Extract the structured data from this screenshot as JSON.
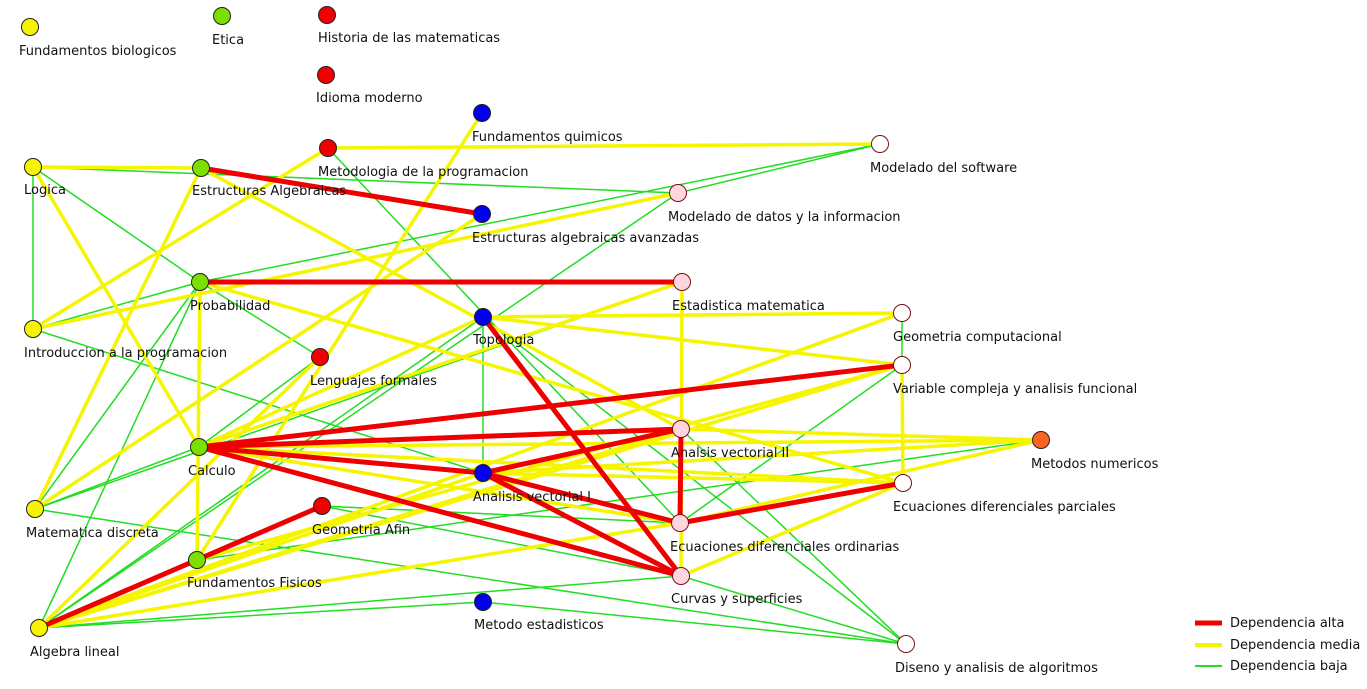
{
  "colors": {
    "yellow_node": "#f7f400",
    "green_node": "#7be000",
    "red_node": "#f00000",
    "blue_node": "#0000ee",
    "pink_node": "#ffd6e0",
    "white_node": "#ffffff",
    "orange_node": "#f96420",
    "edge_high": "#ee0000",
    "edge_medium": "#f5f500",
    "edge_low": "#22dd22"
  },
  "legend": [
    {
      "key": "high",
      "label": "Dependencia alta"
    },
    {
      "key": "medium",
      "label": "Dependencia media"
    },
    {
      "key": "low",
      "label": "Dependencia baja"
    }
  ],
  "nodes": [
    {
      "id": "fund_bio",
      "label": "Fundamentos biologicos",
      "color": "yellow_node"
    },
    {
      "id": "etica",
      "label": "Etica",
      "color": "green_node"
    },
    {
      "id": "hist_mat",
      "label": "Historia de las matematicas",
      "color": "red_node"
    },
    {
      "id": "idioma",
      "label": "Idioma moderno",
      "color": "red_node"
    },
    {
      "id": "fund_quim",
      "label": "Fundamentos quimicos",
      "color": "blue_node"
    },
    {
      "id": "met_prog",
      "label": "Metodologia de la programacion",
      "color": "red_node"
    },
    {
      "id": "mod_soft",
      "label": "Modelado del software",
      "color": "white_node"
    },
    {
      "id": "logica",
      "label": "Logica",
      "color": "yellow_node"
    },
    {
      "id": "estr_alg",
      "label": "Estructuras Algebraicas",
      "color": "green_node"
    },
    {
      "id": "mod_datos",
      "label": "Modelado de datos y la informacion",
      "color": "pink_node"
    },
    {
      "id": "estr_alg_av",
      "label": "Estructuras algebraicas avanzadas",
      "color": "blue_node"
    },
    {
      "id": "probab",
      "label": "Probabilidad",
      "color": "green_node"
    },
    {
      "id": "est_mat",
      "label": "Estadistica matematica",
      "color": "pink_node"
    },
    {
      "id": "intro_prog",
      "label": "Introduccion a la programacion",
      "color": "yellow_node"
    },
    {
      "id": "topologia",
      "label": "Topologia",
      "color": "blue_node"
    },
    {
      "id": "geo_comp",
      "label": "Geometria computacional",
      "color": "white_node"
    },
    {
      "id": "leng_form",
      "label": "Lenguajes formales",
      "color": "red_node"
    },
    {
      "id": "var_comp",
      "label": "Variable compleja y analisis funcional",
      "color": "white_node"
    },
    {
      "id": "calculo",
      "label": "Calculo",
      "color": "green_node"
    },
    {
      "id": "an_vect2",
      "label": "Analsis vectorial II",
      "color": "pink_node"
    },
    {
      "id": "met_num",
      "label": "Metodos numericos",
      "color": "orange_node"
    },
    {
      "id": "an_vect1",
      "label": "Analisis vectorial I",
      "color": "blue_node"
    },
    {
      "id": "ec_parc",
      "label": "Ecuaciones diferenciales parciales",
      "color": "white_node"
    },
    {
      "id": "mat_disc",
      "label": "Matematica discreta",
      "color": "yellow_node"
    },
    {
      "id": "geo_afin",
      "label": "Geometria Afin",
      "color": "red_node"
    },
    {
      "id": "ec_ord",
      "label": "Ecuaciones diferenciales ordinarias",
      "color": "pink_node"
    },
    {
      "id": "fund_fis",
      "label": "Fundamentos Fisicos",
      "color": "green_node"
    },
    {
      "id": "curvas",
      "label": "Curvas y superficies",
      "color": "pink_node"
    },
    {
      "id": "met_est",
      "label": "Metodo estadisticos",
      "color": "blue_node"
    },
    {
      "id": "alg_lin",
      "label": "Algebra lineal",
      "color": "yellow_node"
    },
    {
      "id": "dis_alg",
      "label": "Diseno y analisis de algoritmos",
      "color": "white_node"
    }
  ],
  "edges": [
    {
      "from": "estr_alg",
      "to": "estr_alg_av",
      "level": "high"
    },
    {
      "from": "probab",
      "to": "est_mat",
      "level": "high"
    },
    {
      "from": "topologia",
      "to": "curvas",
      "level": "high"
    },
    {
      "from": "calculo",
      "to": "var_comp",
      "level": "high"
    },
    {
      "from": "calculo",
      "to": "an_vect2",
      "level": "high"
    },
    {
      "from": "calculo",
      "to": "an_vect1",
      "level": "high"
    },
    {
      "from": "calculo",
      "to": "curvas",
      "level": "high"
    },
    {
      "from": "an_vect1",
      "to": "an_vect2",
      "level": "high"
    },
    {
      "from": "an_vect1",
      "to": "ec_ord",
      "level": "high"
    },
    {
      "from": "an_vect1",
      "to": "curvas",
      "level": "high"
    },
    {
      "from": "an_vect2",
      "to": "ec_ord",
      "level": "high"
    },
    {
      "from": "ec_ord",
      "to": "ec_parc",
      "level": "high"
    },
    {
      "from": "alg_lin",
      "to": "geo_afin",
      "level": "high"
    },
    {
      "from": "logica",
      "to": "estr_alg",
      "level": "medium"
    },
    {
      "from": "logica",
      "to": "calculo",
      "level": "medium"
    },
    {
      "from": "estr_alg",
      "to": "mat_disc",
      "level": "medium"
    },
    {
      "from": "estr_alg",
      "to": "an_vect2",
      "level": "medium"
    },
    {
      "from": "met_prog",
      "to": "mod_soft",
      "level": "medium"
    },
    {
      "from": "met_prog",
      "to": "intro_prog",
      "level": "medium"
    },
    {
      "from": "fund_quim",
      "to": "fund_fis",
      "level": "medium"
    },
    {
      "from": "mod_datos",
      "to": "intro_prog",
      "level": "medium"
    },
    {
      "from": "estr_alg_av",
      "to": "mat_disc",
      "level": "medium"
    },
    {
      "from": "probab",
      "to": "fund_fis",
      "level": "medium"
    },
    {
      "from": "probab",
      "to": "ec_parc",
      "level": "medium"
    },
    {
      "from": "est_mat",
      "to": "calculo",
      "level": "medium"
    },
    {
      "from": "est_mat",
      "to": "curvas",
      "level": "medium"
    },
    {
      "from": "leng_form",
      "to": "alg_lin",
      "level": "medium"
    },
    {
      "from": "topologia",
      "to": "calculo",
      "level": "medium"
    },
    {
      "from": "topologia",
      "to": "geo_comp",
      "level": "medium"
    },
    {
      "from": "topologia",
      "to": "var_comp",
      "level": "medium"
    },
    {
      "from": "geo_comp",
      "to": "alg_lin",
      "level": "medium"
    },
    {
      "from": "var_comp",
      "to": "alg_lin",
      "level": "medium"
    },
    {
      "from": "var_comp",
      "to": "ec_parc",
      "level": "medium"
    },
    {
      "from": "var_comp",
      "to": "fund_fis",
      "level": "medium"
    },
    {
      "from": "calculo",
      "to": "met_num",
      "level": "medium"
    },
    {
      "from": "calculo",
      "to": "ec_parc",
      "level": "medium"
    },
    {
      "from": "calculo",
      "to": "ec_ord",
      "level": "medium"
    },
    {
      "from": "an_vect1",
      "to": "met_num",
      "level": "medium"
    },
    {
      "from": "an_vect1",
      "to": "ec_parc",
      "level": "medium"
    },
    {
      "from": "an_vect2",
      "to": "met_num",
      "level": "medium"
    },
    {
      "from": "met_num",
      "to": "ec_ord",
      "level": "medium"
    },
    {
      "from": "an_vect2",
      "to": "alg_lin",
      "level": "medium"
    },
    {
      "from": "an_vect1",
      "to": "alg_lin",
      "level": "medium"
    },
    {
      "from": "ec_ord",
      "to": "alg_lin",
      "level": "medium"
    },
    {
      "from": "ec_parc",
      "to": "curvas",
      "level": "medium"
    },
    {
      "from": "logica",
      "to": "intro_prog",
      "level": "low"
    },
    {
      "from": "logica",
      "to": "mod_datos",
      "level": "low"
    },
    {
      "from": "logica",
      "to": "probab",
      "level": "low"
    },
    {
      "from": "met_prog",
      "to": "ec_ord",
      "level": "low"
    },
    {
      "from": "mod_soft",
      "to": "probab",
      "level": "low"
    },
    {
      "from": "mod_soft",
      "to": "mod_datos",
      "level": "low"
    },
    {
      "from": "mod_datos",
      "to": "alg_lin",
      "level": "low"
    },
    {
      "from": "intro_prog",
      "to": "probab",
      "level": "low"
    },
    {
      "from": "intro_prog",
      "to": "an_vect1",
      "level": "low"
    },
    {
      "from": "probab",
      "to": "leng_form",
      "level": "low"
    },
    {
      "from": "probab",
      "to": "alg_lin",
      "level": "low"
    },
    {
      "from": "probab",
      "to": "mat_disc",
      "level": "low"
    },
    {
      "from": "est_mat",
      "to": "mat_disc",
      "level": "low"
    },
    {
      "from": "topologia",
      "to": "an_vect1",
      "level": "low"
    },
    {
      "from": "topologia",
      "to": "dis_alg",
      "level": "low"
    },
    {
      "from": "topologia",
      "to": "alg_lin",
      "level": "low"
    },
    {
      "from": "geo_comp",
      "to": "var_comp",
      "level": "low"
    },
    {
      "from": "var_comp",
      "to": "ec_ord",
      "level": "low"
    },
    {
      "from": "leng_form",
      "to": "calculo",
      "level": "low"
    },
    {
      "from": "calculo",
      "to": "mat_disc",
      "level": "low"
    },
    {
      "from": "mat_disc",
      "to": "dis_alg",
      "level": "low"
    },
    {
      "from": "geo_afin",
      "to": "curvas",
      "level": "low"
    },
    {
      "from": "geo_afin",
      "to": "ec_ord",
      "level": "low"
    },
    {
      "from": "fund_fis",
      "to": "met_num",
      "level": "low"
    },
    {
      "from": "alg_lin",
      "to": "met_est",
      "level": "low"
    },
    {
      "from": "alg_lin",
      "to": "curvas",
      "level": "low"
    },
    {
      "from": "met_est",
      "to": "dis_alg",
      "level": "low"
    },
    {
      "from": "curvas",
      "to": "dis_alg",
      "level": "low"
    },
    {
      "from": "an_vect2",
      "to": "dis_alg",
      "level": "low"
    }
  ]
}
